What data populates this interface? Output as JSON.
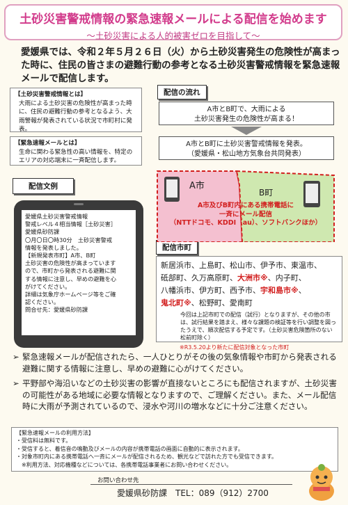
{
  "title": {
    "main": "土砂災害警戒情報の緊急速報メールによる配信を始めます",
    "sub": "～土砂災害による人的被害ゼロを目指して～"
  },
  "intro": "愛媛県では、令和２年５月２６日（火）から土砂災害発生の危険性が高まった時に、住民の皆さまの避難行動の参考となる土砂災害警戒情報を緊急速報メールで配信します。",
  "info_boxes": [
    {
      "head": "【土砂災害警戒情報とは】",
      "body": "大雨による土砂災害の危険性が高まった時に、住民の避難行動の参考となるよう、大雨警報が発表されている状況で市町村に発表。"
    },
    {
      "head": "【緊急速報メールとは】",
      "body": "生命に関わる緊急性の高い情報を、特定のエリアの対応端末に一斉配信します。"
    }
  ],
  "labels": {
    "flow": "配信の流れ",
    "sample": "配信文例",
    "cities": "配信市町"
  },
  "flow": {
    "step1": [
      "A市とB町で、大雨による",
      "土砂災害発生の危険性が高まる！"
    ],
    "step2": [
      "A市とB町に土砂災害警戒情報を発表。",
      "（愛媛県・松山地方気象台共同発表）"
    ]
  },
  "map": {
    "city_a": "A市",
    "town_b": "B町",
    "msg": [
      "A市及びB町内にある携帯電話に",
      "一斉にメール配信",
      "（NTTドコモ、KDDI（au）、ソフトバンクほか）"
    ]
  },
  "sample_lines": [
    "愛媛県土砂災害警戒情報",
    "警戒レベル４相当情報［土砂災害］",
    "愛媛県砂防課",
    "〇月〇日〇時30分　土砂災害警戒",
    "情報を発表しました。",
    "【新規発表市町】A市、B町",
    "土砂災害の危険性が高まっています",
    "ので、市町から発表される避難に関",
    "する情報に注意し、早めの避難を心",
    "がけてください。",
    "詳細は気象庁ホームページ等をご確",
    "認ください。",
    "問合せ先：愛媛県砂防課"
  ],
  "cities": {
    "line1": "新居浜市、上島町、松山市、伊予市、東温市、",
    "line2a": "砥部町、久万高原町、",
    "line2b": "大洲市※",
    "line2c": "、内子町、",
    "line3a": "八幡浜市、伊方町、西予市、",
    "line3b": "宇和島市※",
    "line3c": "、",
    "line4a": "鬼北町※",
    "line4b": "、松野町、愛南町",
    "note": "今回は上記市町での配信（試行）となりますが、その他の市は、試行結果を踏まえ、様々な課題の検証等を行い調整を図ったうえで、順次配信する予定です。（土砂災害危険箇所のない松前町除く）",
    "new_note": "※R3.5.20より新たに配信対象となった市町"
  },
  "bullets": [
    "緊急速報メールが配信されたら、一人ひとりがその後の気象情報や市町から発表される避難に関する情報に注意し、早めの避難に心がけてください。",
    "平野部や海沿いなどの土砂災害の影響が直接ないところにも配信されますが、土砂災害の可能性がある地域に必要な情報となりますので、ご理解ください。また、メール配信時に大雨が予測されているので、浸水や河川の増水などに十分ご注意ください。"
  ],
  "usage": {
    "head": "【緊急速報メールの利用方法】",
    "items": [
      "・受信料は無料です。",
      "・受信すると、着信音の鳴動及びメールの内容が携帯電話の画面に自動的に表示されます。",
      "・対象市町内にある携帯電話へ一斉にメールが配信されるため、観光などで訪れた方でも受信できます。",
      "　※利用方法、対応機種などについては、各携帯電話事業者にお問い合わせください。"
    ]
  },
  "contact": {
    "label": "お問い合わせ先",
    "value": "愛媛県砂防課　TEL：089（912）2700"
  },
  "colors": {
    "title": "#d23c8c",
    "alert_red": "#d21e1e",
    "map_pink": "#f4c0d0",
    "map_green": "#cfe8b0"
  }
}
